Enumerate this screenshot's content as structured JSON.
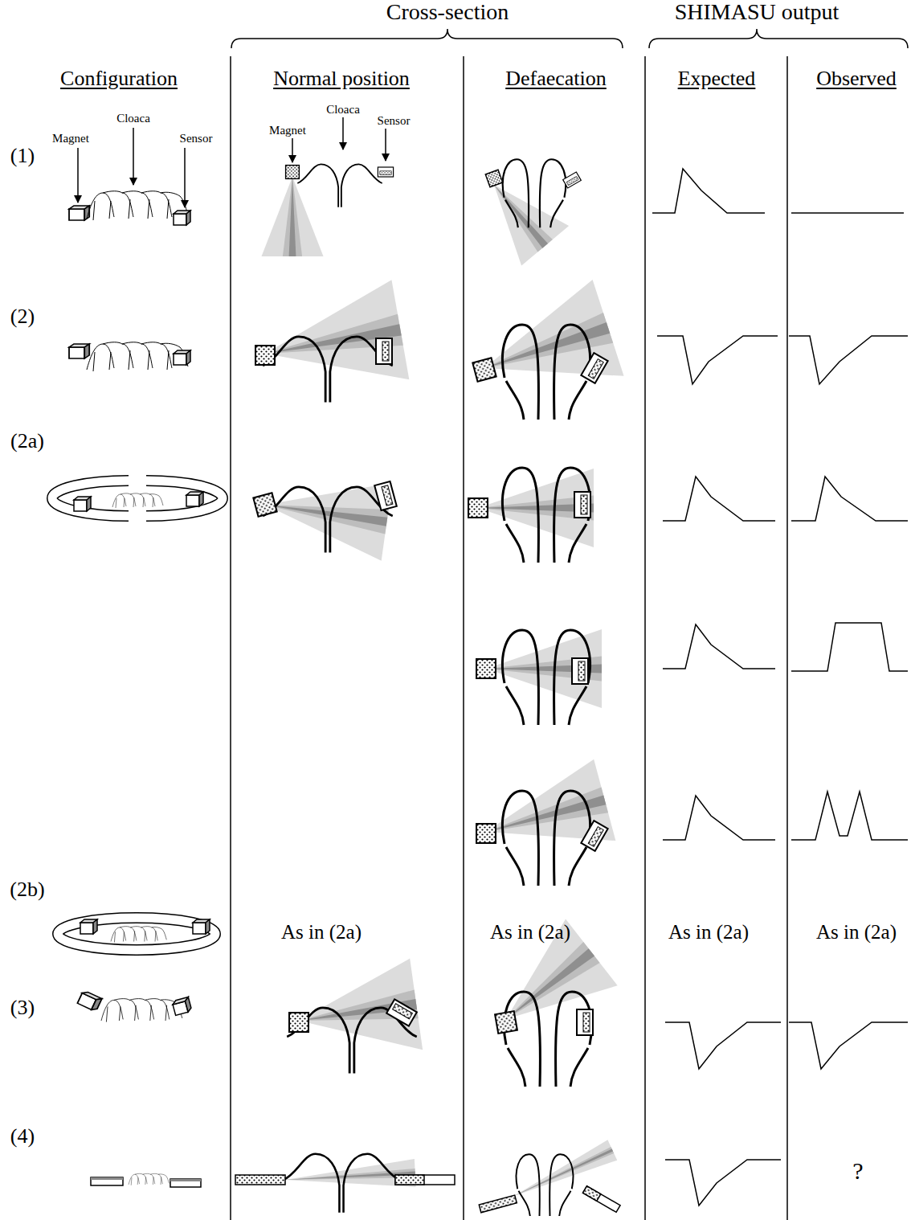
{
  "diagram": {
    "labels": [
      "Cross-section",
      "SHIMASU output",
      "Configuration",
      "Normal position",
      "Defaecation",
      "Expected",
      "Observed",
      "Magnet",
      "Cloaca",
      "Sensor",
      "Magnet",
      "Cloaca",
      "Sensor",
      "(1)",
      "(2)",
      "(2a)",
      "(2b)",
      "As in (2a)",
      "As in (2a)",
      "As in (2a)",
      "As in (2a)",
      "(3)",
      "(4)",
      "?"
    ]
  }
}
